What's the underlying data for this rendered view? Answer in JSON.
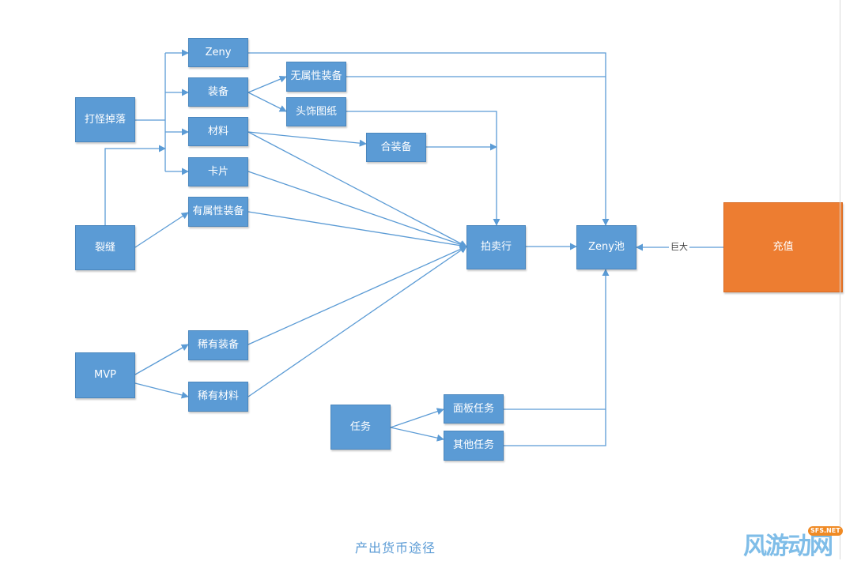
{
  "nodes": {
    "monster_drop": "打怪掉落",
    "zeny": "Zeny",
    "equip": "装备",
    "material": "材料",
    "card": "卡片",
    "attr_equip": "有属性装备",
    "no_attr_equip": "无属性装备",
    "headgear_blueprint": "头饰图纸",
    "combine_equip": "合装备",
    "rift": "裂缝",
    "mvp": "MVP",
    "rare_equip": "稀有装备",
    "rare_material": "稀有材料",
    "auction_house": "拍卖行",
    "zeny_pool": "Zeny池",
    "recharge": "充值",
    "quest": "任务",
    "panel_quest": "面板任务",
    "other_quest": "其他任务"
  },
  "edge_labels": {
    "recharge_to_pool": "巨大"
  },
  "caption": "产出货币途径",
  "watermark": {
    "text": "风游动网",
    "badge": "SFS.NET"
  },
  "colors": {
    "node": "#5b9bd5",
    "highlight": "#ed7d31",
    "edge": "#5b9bd5"
  }
}
